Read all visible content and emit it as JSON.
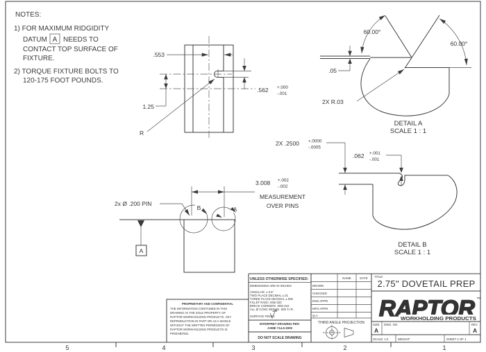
{
  "notes": {
    "heading": "NOTES:",
    "note1_line1": "1) FOR MAXIMUM RIDGIDITY",
    "note1_datum_prefix": "DATUM",
    "note1_datum_box": "A",
    "note1_datum_suffix": "NEEDS TO",
    "note1_line3": "CONTACT TOP SURFACE OF",
    "note1_line4": "FIXTURE.",
    "note2_line1": "2) TORQUE FIXTURE BOLTS TO",
    "note2_line2": "120-175 FOOT POUNDS."
  },
  "front_view": {
    "dim_width": ".553",
    "dim_slot": ".562",
    "dim_slot_tol_plus": "+.000",
    "dim_slot_tol_minus": "-.001",
    "dim_height": "1.25",
    "radius_ref": "R"
  },
  "detail_a": {
    "angle_left": "60.00°",
    "angle_right": "60.00°",
    "dim_step": ".05",
    "dim_radius": "2X R.03",
    "label": "DETAIL A",
    "scale": "SCALE 1 : 1"
  },
  "detail_b": {
    "dim_pin": "2X .2500",
    "dim_pin_tol_plus": "+.0000",
    "dim_pin_tol_minus": "-.0005",
    "dim_step": ".062",
    "dim_step_tol_plus": "+.001",
    "dim_step_tol_minus": "-.001",
    "label": "DETAIL B",
    "scale": "SCALE 1 : 1"
  },
  "plan_view": {
    "pin_callout": "2x Ø .200 PIN",
    "dim_over_pins": "3.008",
    "dim_over_pins_tol_plus": "+.002",
    "dim_over_pins_tol_minus": "-.002",
    "dim_over_pins_note1": "MEASUREMENT",
    "dim_over_pins_note2": "OVER PINS",
    "detail_b_callout": "B",
    "detail_a_callout": "A",
    "datum_label": "A"
  },
  "title_block": {
    "unless_heading": "UNLESS OTHERWISE SPECIFIED:",
    "dims_note": "DIMENSIONS ARE IN INCHES",
    "tolerances": [
      "ANGULAR: ± 0.5°",
      "TWO PLACE DECIMAL ±.01",
      "THREE PLACE DECIMAL ±.005",
      "FILLET RADII .005/.020",
      "BREAK CORNERS .005/.010",
      "ALL Ø CONC WITHIN .005 T.I.R."
    ],
    "surface_finish_label": "SURFACE FINISH",
    "surface_finish_value": "125",
    "interpret_line1": "INTERPRET DRAWING PER:",
    "interpret_line2": "ASME Y14.5-2009",
    "do_not_scale": "DO NOT SCALE DRAWING",
    "col_name": "NAME",
    "col_date": "DATE",
    "approval_rows": [
      "DRAWN",
      "CHECKED",
      "ENG APPR.",
      "MFG APPR.",
      "Q.A."
    ],
    "projection_label": "THIRD ANGLE PROJECTION",
    "title_label": "TITLE:",
    "title": "2.75\" DOVETAIL PREP",
    "logo_text": "RAPTOR",
    "logo_tm": "™",
    "logo_subtext": "WORKHOLDING PRODUCTS",
    "size_label": "SIZE",
    "size_value": "A",
    "dwg_label": "DWG. NO.",
    "rev_label": "REV",
    "rev_value": "A",
    "scale_text": "SCALE: 1:2",
    "weight_label": "WEIGHT:",
    "sheet_text": "SHEET 1 OF 1"
  },
  "proprietary": {
    "heading": "PROPRIETARY AND CONFIDENTIAL",
    "lines": [
      "THE INFORMATION CONTAINED IN THIS",
      "DRAWING IS THE SOLE PROPERTY OF",
      "RAPTOR WORKHOLDING PRODUCTS.  ANY",
      "REPRODUCTION IN PART OR AS A WHOLE",
      "WITHOUT THE WRITTEN PERMISSION OF",
      "RAPTOR WORKHOLDING PRODUCTS IS",
      "PROHIBITED."
    ]
  },
  "border": {
    "zones": [
      "5",
      "4",
      "3",
      "2",
      "1"
    ]
  }
}
